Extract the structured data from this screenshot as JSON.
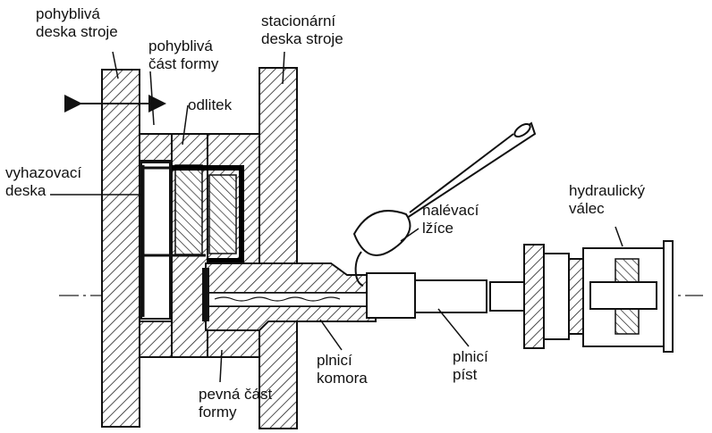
{
  "labels": {
    "moving_platen": [
      "pohyblivá",
      "deska stroje"
    ],
    "moving_mold_half": [
      "pohyblivá",
      "část formy"
    ],
    "stationary_platen": [
      "stacionární",
      "deska stroje"
    ],
    "casting": [
      "odlitek"
    ],
    "ejector_plate": [
      "vyhazovací",
      "deska"
    ],
    "ladle": [
      "nalévací",
      "lžíce"
    ],
    "hydraulic_cylinder": [
      "hydraulický",
      "válec"
    ],
    "shot_sleeve": [
      "plnicí",
      "komora"
    ],
    "plunger": [
      "plnicí",
      "píst"
    ],
    "fixed_mold_half": [
      "pevná část",
      "formy"
    ]
  }
}
